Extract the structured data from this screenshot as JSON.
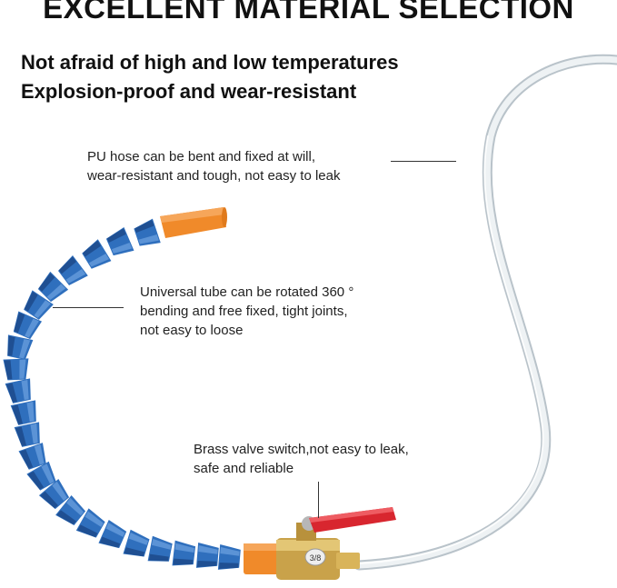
{
  "heading": "EXCELLENT MATERIAL SELECTION",
  "subheadings": [
    "Not afraid of high and low temperatures",
    "Explosion-proof and wear-resistant"
  ],
  "callouts": {
    "pu_hose": "PU hose can be bent and fixed at will,\nwear-resistant and tough, not easy to leak",
    "universal_tube": "Universal tube can be rotated 360 °\nbending and free fixed, tight joints,\nnot easy to loose",
    "brass_valve": "Brass valve switch,not easy to leak,\nsafe and reliable"
  },
  "valve_marking": "3/8",
  "colors": {
    "segment_blue": "#2f6fbd",
    "nozzle_orange": "#f08a2a",
    "brass": "#c9a24a",
    "handle_red": "#d8262f",
    "hose_clear": "#d6dde2"
  }
}
